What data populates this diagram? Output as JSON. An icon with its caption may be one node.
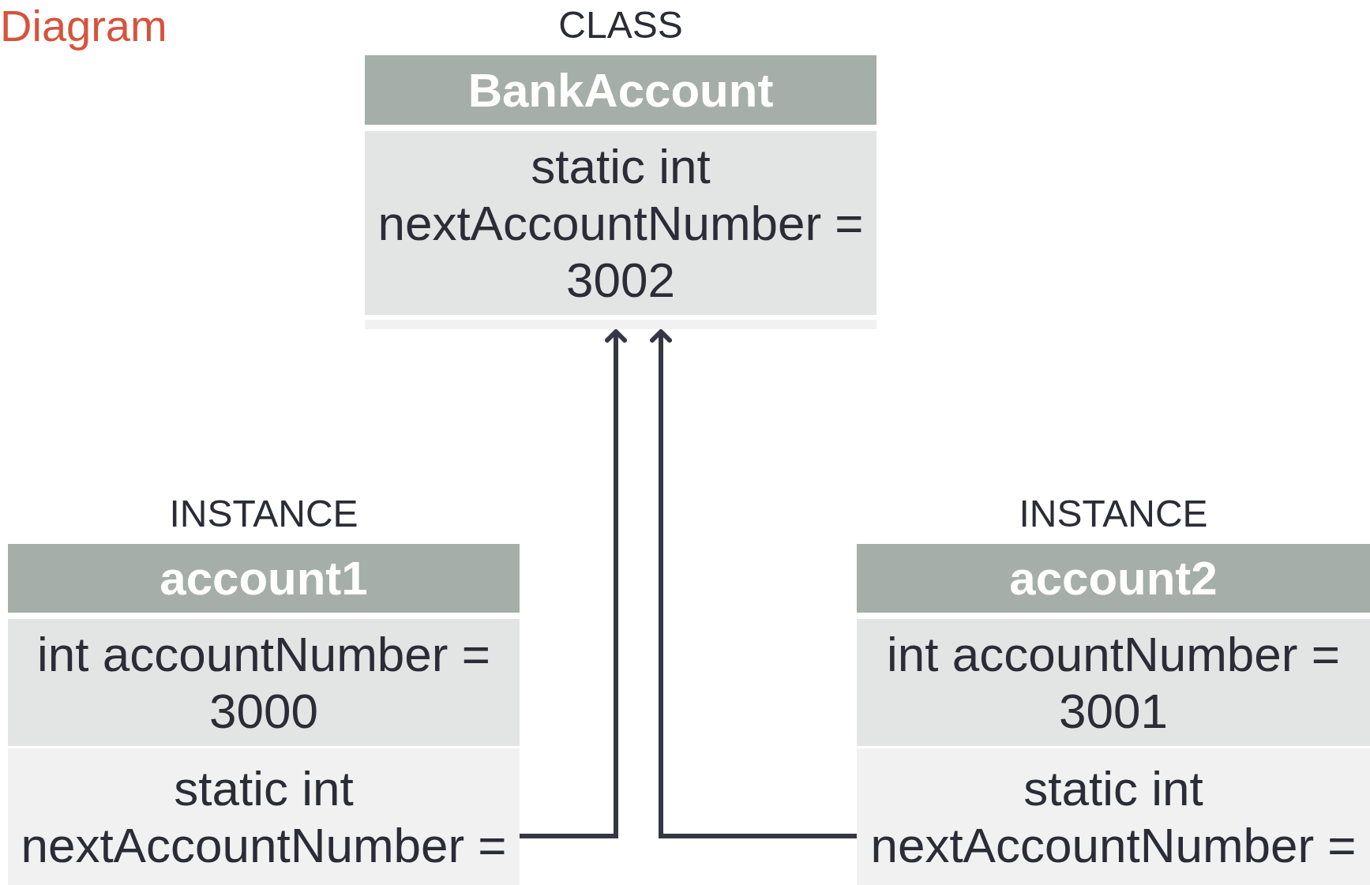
{
  "diagram": {
    "title": "Diagram",
    "nodes": [
      {
        "text": [
          "BankAccount"
        ],
        "beside": [
          "CLASS"
        ]
      },
      {
        "text": [
          "static int nextAccountNumber = 3002"
        ]
      },
      {
        "text": [],
        "shape": "bar"
      },
      {
        "text": [
          "account1"
        ],
        "beside": [
          "INSTANCE"
        ]
      },
      {
        "text": [
          "int accountNumber = 3000"
        ]
      },
      {
        "text": [
          "static int nextAccountNumber ="
        ]
      },
      {
        "text": [
          "account2"
        ],
        "beside": [
          "INSTANCE"
        ]
      },
      {
        "text": [
          "int accountNumber = 3001"
        ]
      },
      {
        "text": [
          "static int nextAccountNumber ="
        ]
      }
    ],
    "edges": [
      {
        "from": 5,
        "to": 2,
        "arrow": "to"
      },
      {
        "from": 8,
        "to": 2,
        "arrow": "to"
      }
    ]
  }
}
